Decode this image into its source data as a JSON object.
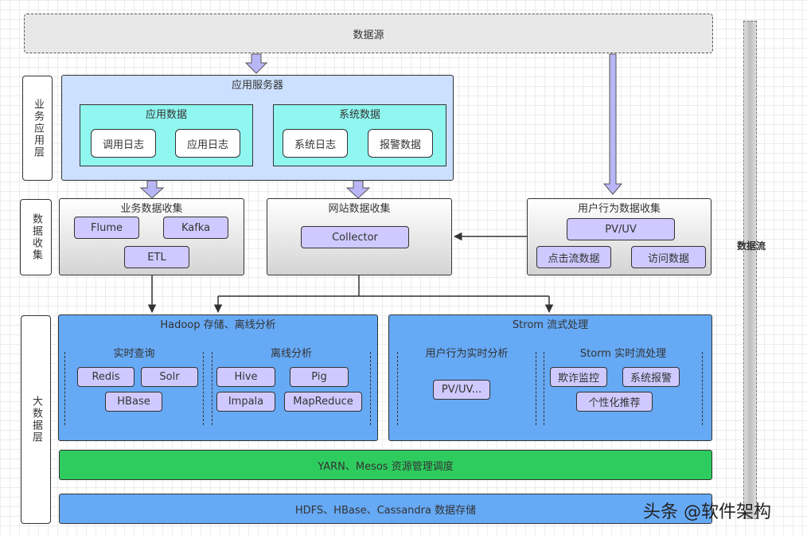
{
  "data_source": "数据源",
  "data_flow": "数据流",
  "layers": {
    "business_app": "业务应用层",
    "data_collection": "数据收集",
    "big_data": "大数据层"
  },
  "app_server": {
    "title": "应用服务器",
    "app_data": {
      "title": "应用数据",
      "items": [
        "调用日志",
        "应用日志"
      ]
    },
    "system_data": {
      "title": "系统数据",
      "items": [
        "系统日志",
        "报警数据"
      ]
    }
  },
  "business_collect": {
    "title": "业务数据收集",
    "items": [
      "Flume",
      "Kafka",
      "ETL"
    ]
  },
  "web_collect": {
    "title": "网站数据收集",
    "items": [
      "Collector"
    ]
  },
  "user_collect": {
    "title": "用户行为数据收集",
    "items": [
      "PV/UV",
      "点击流数据",
      "访问数据"
    ]
  },
  "hadoop": {
    "title": "Hadoop 存储、离线分析",
    "realtime_query": {
      "title": "实时查询",
      "items": [
        "Redis",
        "Solr",
        "HBase"
      ]
    },
    "offline": {
      "title": "离线分析",
      "items": [
        "Hive",
        "Pig",
        "Impala",
        "MapReduce"
      ]
    }
  },
  "strom": {
    "title": "Strom 流式处理",
    "user_realtime": {
      "title": "用户行为实时分析",
      "items": [
        "PV/UV..."
      ]
    },
    "storm_realtime": {
      "title": "Storm 实时流处理",
      "items": [
        "欺诈监控",
        "系统报警",
        "个性化推荐"
      ]
    }
  },
  "yarn": "YARN、Mesos 资源管理调度",
  "hdfs": "HDFS、HBase、Cassandra 数据存储",
  "watermark": "头条 @软件架构",
  "colors": {
    "blue": "#66a9f5",
    "light_blue": "#cce0ff",
    "cyan": "#8ff6f0",
    "lavender": "#cfc9ff",
    "green": "#2ecc5f"
  }
}
